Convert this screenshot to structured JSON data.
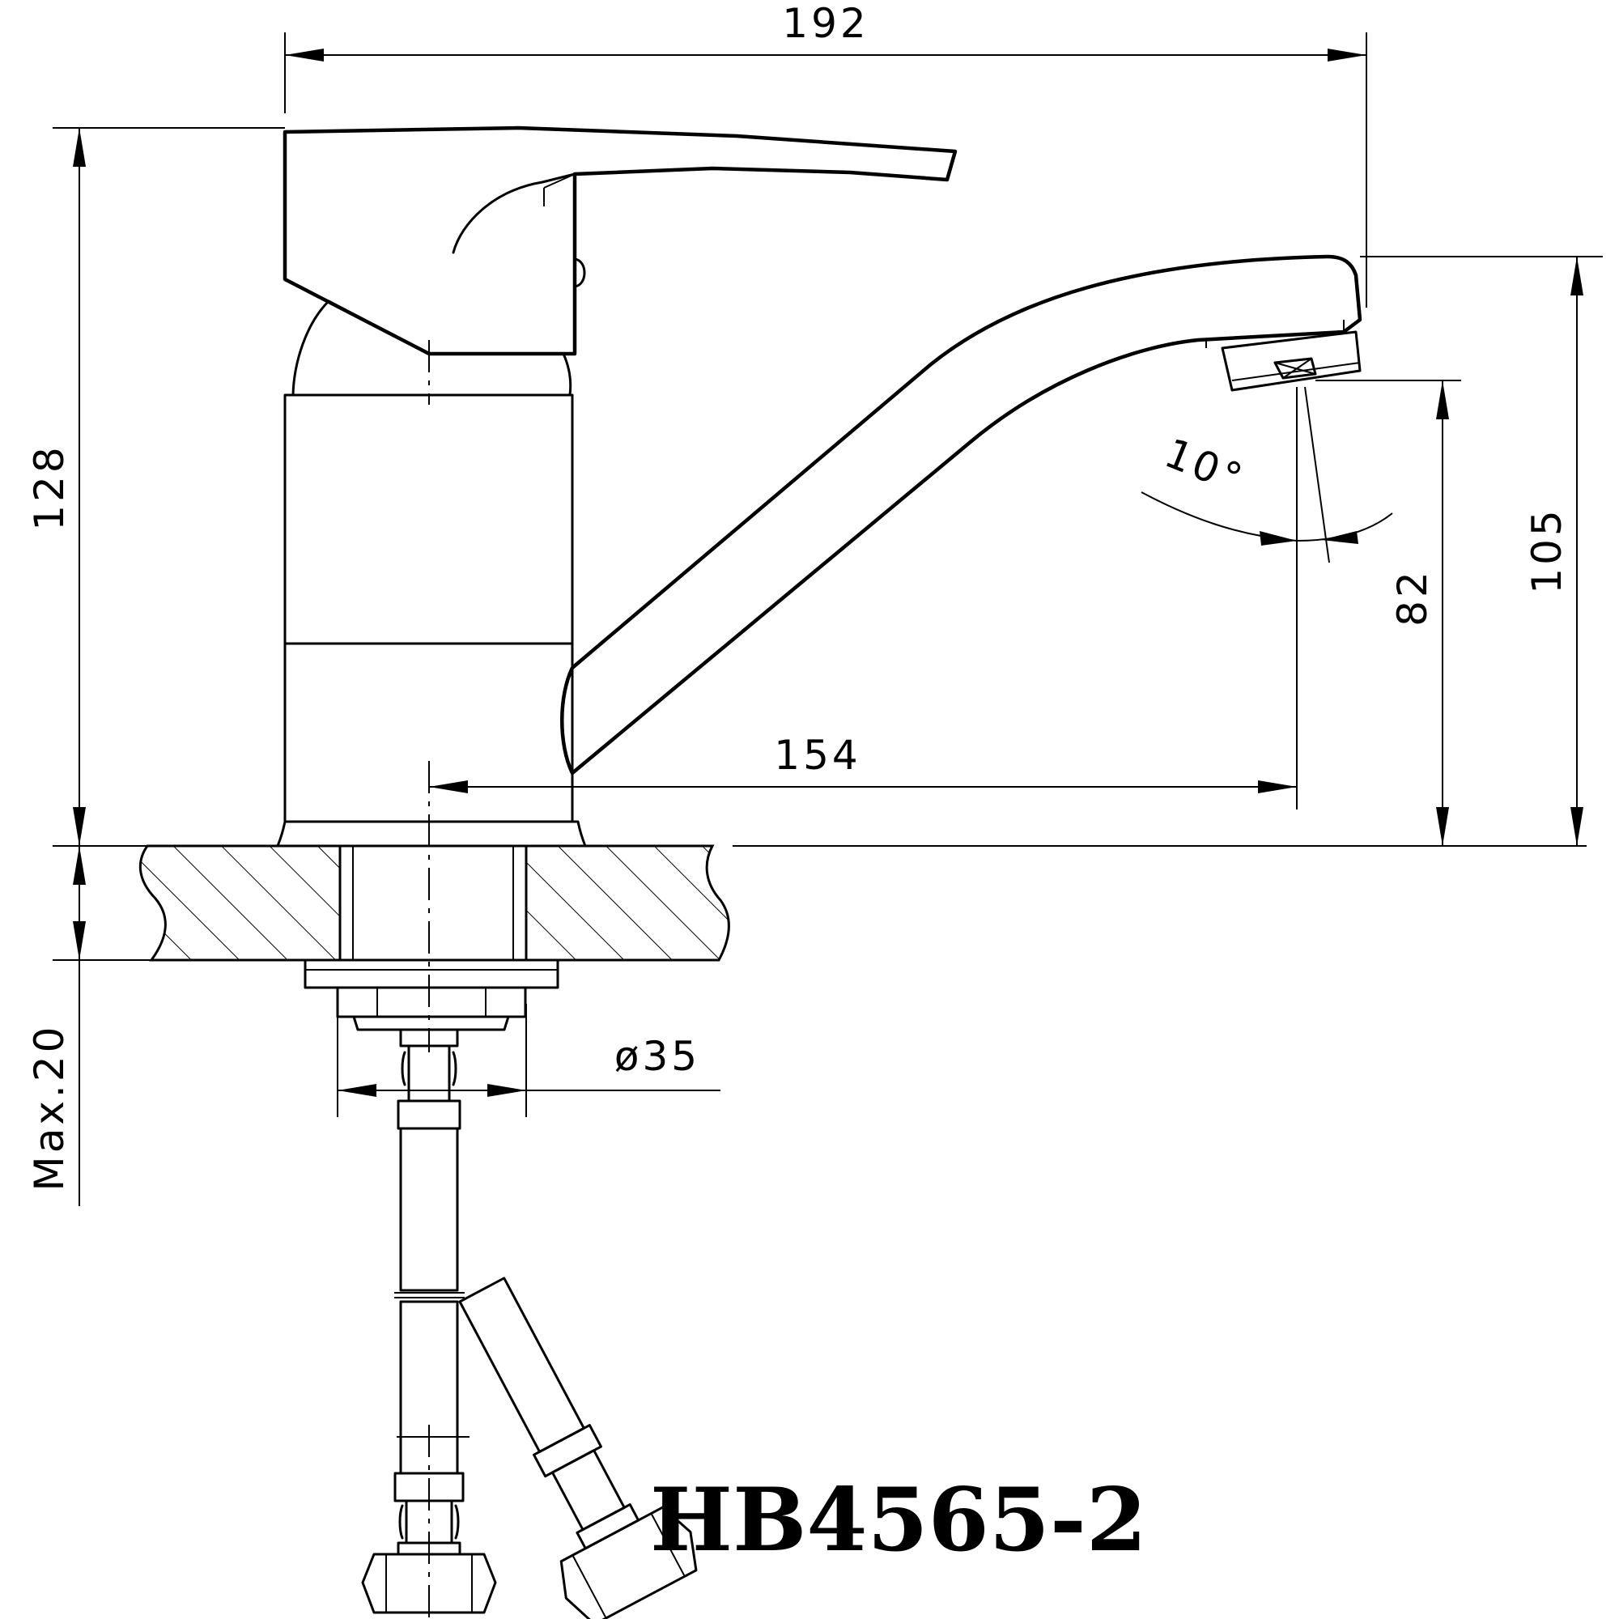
{
  "dimensions": {
    "overall_width": "192",
    "overall_height": "128",
    "spout_reach": "154",
    "spout_outlet_height": "82",
    "spout_top_height": "105",
    "spray_angle": "10°",
    "thread_diameter": "ø35",
    "max_counter_thickness": "Max.20"
  },
  "model": {
    "code": "HB4565-2"
  }
}
